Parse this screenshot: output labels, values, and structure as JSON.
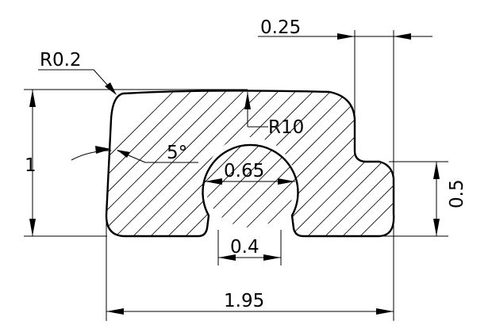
{
  "drawing": {
    "dimensions": {
      "top_notch_width": "0.25",
      "top_radius": "R0.2",
      "groove_radius": "R10",
      "draft_angle": "5°",
      "total_height": "1",
      "bore_diameter": "0.65",
      "step_height": "0.5",
      "slot_width": "0.4",
      "total_width": "1.95"
    }
  }
}
